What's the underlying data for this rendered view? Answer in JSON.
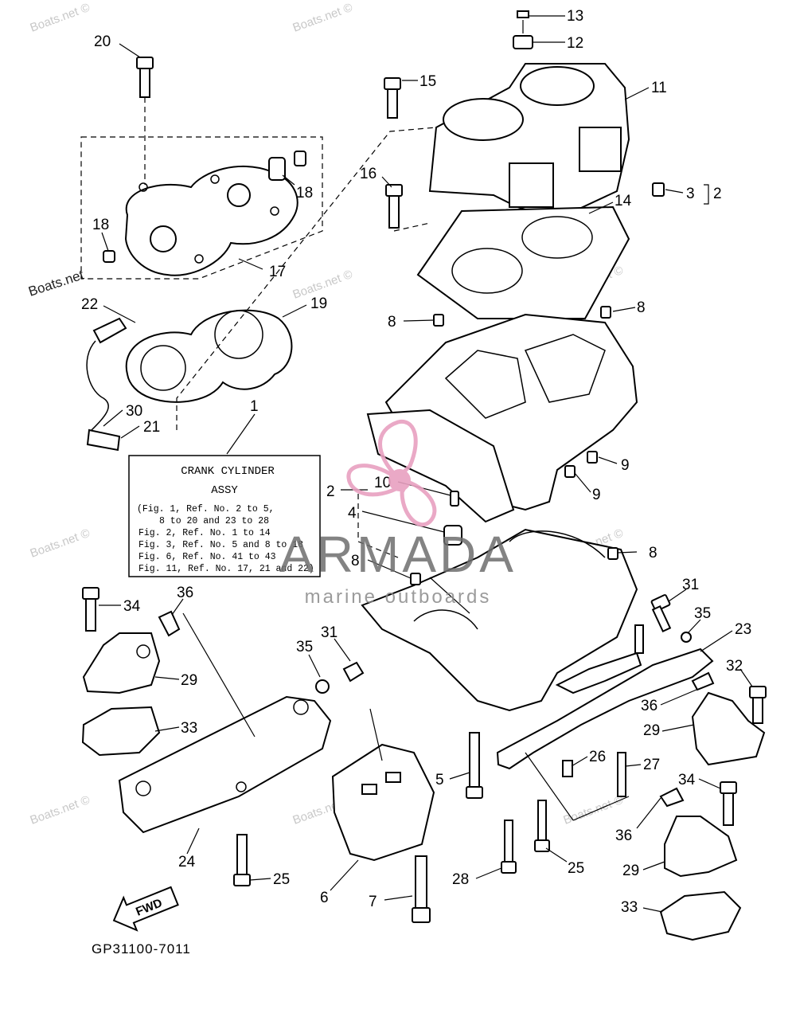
{
  "watermarks": [
    "Boats.net ©",
    "Boats.net ©",
    "Boats.net",
    "Boats.net ©",
    "Boats.net ©",
    "Boats.net ©",
    "Boats.net ©",
    "Boats.net ©",
    "Boats.net ©",
    "Boats.net ©"
  ],
  "callouts": [
    "20",
    "13",
    "12",
    "15",
    "11",
    "16",
    "18",
    "18",
    "17",
    "3",
    "2",
    "14",
    "22",
    "19",
    "8",
    "8",
    "30",
    "21",
    "1",
    "9",
    "2",
    "10",
    "9",
    "4",
    "8",
    "8",
    "34",
    "36",
    "31",
    "31",
    "35",
    "35",
    "23",
    "32",
    "29",
    "36",
    "33",
    "29",
    "26",
    "27",
    "5",
    "34",
    "24",
    "36",
    "25",
    "29",
    "25",
    "28",
    "6",
    "7",
    "33"
  ],
  "info_box": {
    "title_line1": "CRANK CYLINDER",
    "title_line2": "ASSY",
    "lines": [
      "(Fig. 1, Ref. No. 2 to 5,",
      "8 to 20 and 23 to 28",
      "Fig. 2, Ref. No. 1 to 14",
      "Fig. 3, Ref. No. 5 and 8 to 18",
      "Fig. 6, Ref. No. 41 to 43",
      "Fig. 11, Ref. No. 17, 21 and 22)"
    ]
  },
  "fwd_label": "FWD",
  "diagram_code": "GP31100-7011",
  "brand": {
    "name": "ARMADA",
    "tagline": "marine outboards",
    "accent_color": "#e8a0c0"
  }
}
